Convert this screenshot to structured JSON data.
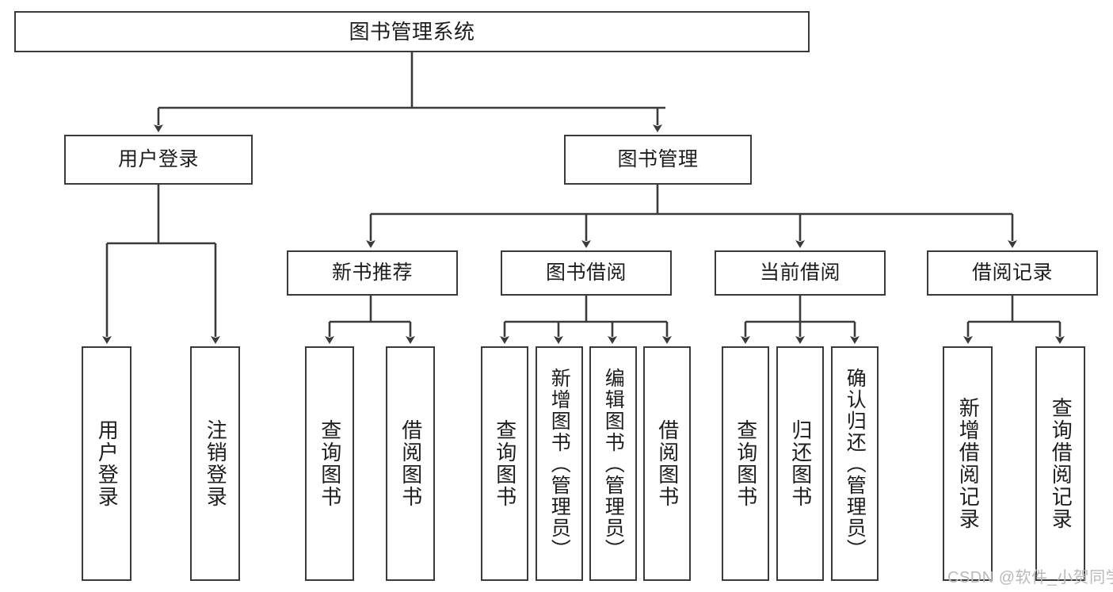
{
  "diagram": {
    "title": "图书管理系统",
    "type": "hierarchy-tree",
    "levels": 4,
    "line_color": "#3a3a3a",
    "background": "#ffffff",
    "text_color": "#1d1d1d"
  },
  "nodes": {
    "root": {
      "label": "图书管理系统"
    },
    "level2": [
      {
        "label": "用户登录"
      },
      {
        "label": "图书管理"
      }
    ],
    "level3": [
      {
        "label": "新书推荐"
      },
      {
        "label": "图书借阅"
      },
      {
        "label": "当前借阅"
      },
      {
        "label": "借阅记录"
      }
    ],
    "leaves_user_login": [
      {
        "label": "用户登录"
      },
      {
        "label": "注销登录"
      }
    ],
    "leaves_new_books": [
      {
        "label": "查询图书"
      },
      {
        "label": "借阅图书"
      }
    ],
    "leaves_borrow": [
      {
        "label": "查询图书"
      },
      {
        "label": "新增图书（管理员）"
      },
      {
        "label": "编辑图书（管理员）"
      },
      {
        "label": "借阅图书"
      }
    ],
    "leaves_current": [
      {
        "label": "查询图书"
      },
      {
        "label": "归还图书"
      },
      {
        "label": "确认归还（管理员）"
      }
    ],
    "leaves_records": [
      {
        "label": "新增借阅记录"
      },
      {
        "label": "查询借阅记录"
      }
    ]
  },
  "watermark": {
    "text": "CSDN @软件_小贺同学"
  }
}
